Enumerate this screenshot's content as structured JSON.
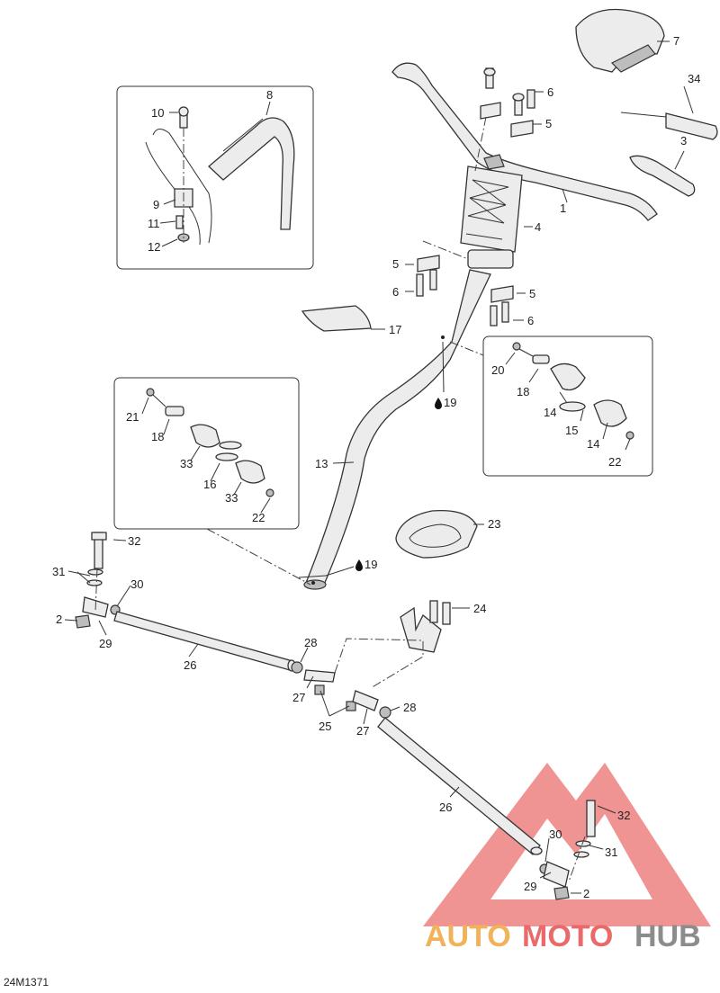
{
  "drawing_id": "24M1371",
  "watermark": {
    "part1": "AUTO",
    "part2": "MOTO",
    "part3": "HUB",
    "colors": {
      "auto": "#f2b25a",
      "moto": "#e86a6a",
      "hub": "#8c8c8c",
      "triangle": "#e33b3b"
    }
  },
  "drop_symbol": "💧",
  "callouts": {
    "c1": "1",
    "c2a": "2",
    "c2b": "2",
    "c3": "3",
    "c4": "4",
    "c5a": "5",
    "c5b": "5",
    "c5c": "5",
    "c6a": "6",
    "c6b": "6",
    "c6c": "6",
    "c7": "7",
    "c8": "8",
    "c9": "9",
    "c10": "10",
    "c11": "11",
    "c12": "12",
    "c13": "13",
    "c14a": "14",
    "c14b": "14",
    "c15": "15",
    "c16": "16",
    "c17": "17",
    "c18a": "18",
    "c18b": "18",
    "c19a": "19",
    "c19b": "19",
    "c20": "20",
    "c21": "21",
    "c22a": "22",
    "c22b": "22",
    "c23": "23",
    "c24": "24",
    "c25": "25",
    "c26a": "26",
    "c26b": "26",
    "c27a": "27",
    "c27b": "27",
    "c28a": "28",
    "c28b": "28",
    "c29a": "29",
    "c29b": "29",
    "c30a": "30",
    "c30b": "30",
    "c31a": "31",
    "c31b": "31",
    "c32a": "32",
    "c32b": "32",
    "c33a": "33",
    "c33b": "33",
    "c34": "34"
  }
}
